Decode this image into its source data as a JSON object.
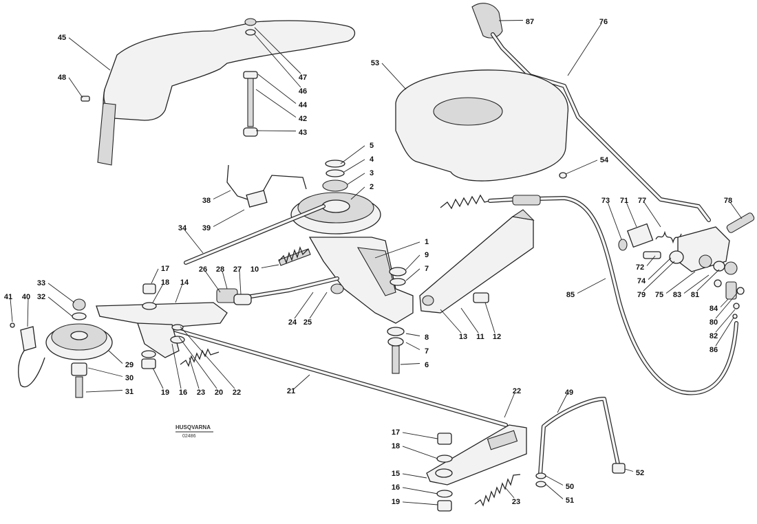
{
  "logo": {
    "text": "HUSQVARNA"
  },
  "drawing_code": "02486",
  "callouts": [
    {
      "id": "c45",
      "label": "45",
      "name": "callout-45"
    },
    {
      "id": "c48a",
      "label": "48",
      "name": "callout-48"
    },
    {
      "id": "c47",
      "label": "47",
      "name": "callout-47"
    },
    {
      "id": "c46",
      "label": "46",
      "name": "callout-46"
    },
    {
      "id": "c44",
      "label": "44",
      "name": "callout-44"
    },
    {
      "id": "c42",
      "label": "42",
      "name": "callout-42"
    },
    {
      "id": "c43",
      "label": "43",
      "name": "callout-43"
    },
    {
      "id": "c87",
      "label": "87",
      "name": "callout-87"
    },
    {
      "id": "c76",
      "label": "76",
      "name": "callout-76"
    },
    {
      "id": "c53",
      "label": "53",
      "name": "callout-53"
    },
    {
      "id": "c54",
      "label": "54",
      "name": "callout-54"
    },
    {
      "id": "c5",
      "label": "5",
      "name": "callout-5"
    },
    {
      "id": "c4",
      "label": "4",
      "name": "callout-4"
    },
    {
      "id": "c3",
      "label": "3",
      "name": "callout-3"
    },
    {
      "id": "c2",
      "label": "2",
      "name": "callout-2"
    },
    {
      "id": "c38",
      "label": "38",
      "name": "callout-38"
    },
    {
      "id": "c39",
      "label": "39",
      "name": "callout-39"
    },
    {
      "id": "c34",
      "label": "34",
      "name": "callout-34"
    },
    {
      "id": "c1",
      "label": "1",
      "name": "callout-1"
    },
    {
      "id": "c9",
      "label": "9",
      "name": "callout-9"
    },
    {
      "id": "c7a",
      "label": "7",
      "name": "callout-7"
    },
    {
      "id": "c10",
      "label": "10",
      "name": "callout-10"
    },
    {
      "id": "c26",
      "label": "26",
      "name": "callout-26"
    },
    {
      "id": "c28",
      "label": "28",
      "name": "callout-28"
    },
    {
      "id": "c27",
      "label": "27",
      "name": "callout-27"
    },
    {
      "id": "c17a",
      "label": "17",
      "name": "callout-17"
    },
    {
      "id": "c18a",
      "label": "18",
      "name": "callout-18"
    },
    {
      "id": "c14",
      "label": "14",
      "name": "callout-14"
    },
    {
      "id": "c33",
      "label": "33",
      "name": "callout-33"
    },
    {
      "id": "c41",
      "label": "41",
      "name": "callout-41"
    },
    {
      "id": "c40",
      "label": "40",
      "name": "callout-40"
    },
    {
      "id": "c32",
      "label": "32",
      "name": "callout-32"
    },
    {
      "id": "c24",
      "label": "24",
      "name": "callout-24"
    },
    {
      "id": "c25",
      "label": "25",
      "name": "callout-25"
    },
    {
      "id": "c13",
      "label": "13",
      "name": "callout-13"
    },
    {
      "id": "c11",
      "label": "11",
      "name": "callout-11"
    },
    {
      "id": "c12",
      "label": "12",
      "name": "callout-12"
    },
    {
      "id": "c8",
      "label": "8",
      "name": "callout-8"
    },
    {
      "id": "c7b",
      "label": "7",
      "name": "callout-7"
    },
    {
      "id": "c6",
      "label": "6",
      "name": "callout-6"
    },
    {
      "id": "c29",
      "label": "29",
      "name": "callout-29"
    },
    {
      "id": "c30",
      "label": "30",
      "name": "callout-30"
    },
    {
      "id": "c31",
      "label": "31",
      "name": "callout-31"
    },
    {
      "id": "c19a",
      "label": "19",
      "name": "callout-19"
    },
    {
      "id": "c16a",
      "label": "16",
      "name": "callout-16"
    },
    {
      "id": "c23a",
      "label": "23",
      "name": "callout-23"
    },
    {
      "id": "c20",
      "label": "20",
      "name": "callout-20"
    },
    {
      "id": "c22a",
      "label": "22",
      "name": "callout-22"
    },
    {
      "id": "c21",
      "label": "21",
      "name": "callout-21"
    },
    {
      "id": "c22b",
      "label": "22",
      "name": "callout-22"
    },
    {
      "id": "c49",
      "label": "49",
      "name": "callout-49"
    },
    {
      "id": "c17b",
      "label": "17",
      "name": "callout-17"
    },
    {
      "id": "c18b",
      "label": "18",
      "name": "callout-18"
    },
    {
      "id": "c15",
      "label": "15",
      "name": "callout-15"
    },
    {
      "id": "c16b",
      "label": "16",
      "name": "callout-16"
    },
    {
      "id": "c19b",
      "label": "19",
      "name": "callout-19"
    },
    {
      "id": "c23b",
      "label": "23",
      "name": "callout-23"
    },
    {
      "id": "c50",
      "label": "50",
      "name": "callout-50"
    },
    {
      "id": "c51",
      "label": "51",
      "name": "callout-51"
    },
    {
      "id": "c52",
      "label": "52",
      "name": "callout-52"
    },
    {
      "id": "c85",
      "label": "85",
      "name": "callout-85"
    },
    {
      "id": "c73",
      "label": "73",
      "name": "callout-73"
    },
    {
      "id": "c71",
      "label": "71",
      "name": "callout-71"
    },
    {
      "id": "c77",
      "label": "77",
      "name": "callout-77"
    },
    {
      "id": "c78",
      "label": "78",
      "name": "callout-78"
    },
    {
      "id": "c72",
      "label": "72",
      "name": "callout-72"
    },
    {
      "id": "c74",
      "label": "74",
      "name": "callout-74"
    },
    {
      "id": "c79",
      "label": "79",
      "name": "callout-79"
    },
    {
      "id": "c75",
      "label": "75",
      "name": "callout-75"
    },
    {
      "id": "c83",
      "label": "83",
      "name": "callout-83"
    },
    {
      "id": "c81",
      "label": "81",
      "name": "callout-81"
    },
    {
      "id": "c84",
      "label": "84",
      "name": "callout-84"
    },
    {
      "id": "c80",
      "label": "80",
      "name": "callout-80"
    },
    {
      "id": "c82",
      "label": "82",
      "name": "callout-82"
    },
    {
      "id": "c86",
      "label": "86",
      "name": "callout-86"
    }
  ]
}
